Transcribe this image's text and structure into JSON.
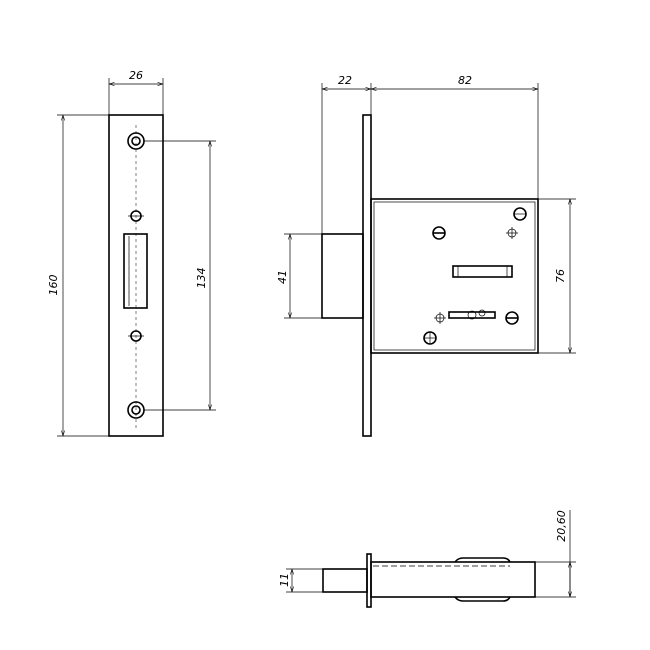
{
  "drawing": {
    "colors": {
      "line": "#000000",
      "background": "#ffffff"
    },
    "dimensions": {
      "faceplate_width": "26",
      "faceplate_height": "160",
      "hole_spacing": "134",
      "bolt_projection": "22",
      "body_depth": "82",
      "bolt_height": "41",
      "body_height": "76",
      "bolt_thickness": "11",
      "body_thickness": "20,60"
    }
  }
}
